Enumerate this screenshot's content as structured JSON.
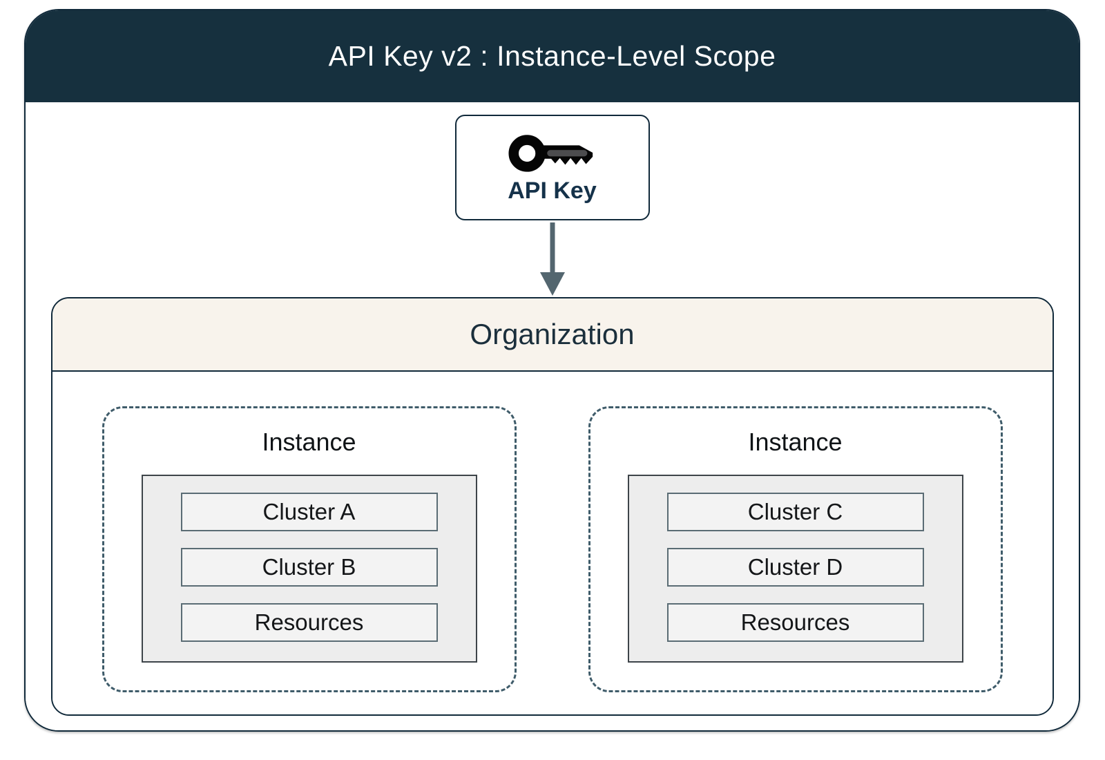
{
  "title": "API Key v2 : Instance-Level Scope",
  "api_key_label": "API Key",
  "organization_label": "Organization",
  "instances": [
    {
      "label": "Instance",
      "items": [
        "Cluster A",
        "Cluster B",
        "Resources"
      ]
    },
    {
      "label": "Instance",
      "items": [
        "Cluster C",
        "Cluster D",
        "Resources"
      ]
    }
  ],
  "icons": {
    "api_key": "key-icon",
    "flow": "arrow-down-icon"
  },
  "colors": {
    "header_bg": "#16303e",
    "border_dark": "#10293a",
    "org_header_bg": "#f8f3ec",
    "dashed_border": "#3f5c6a",
    "arrow": "#53666f",
    "stack_bg": "#ededed",
    "stack_border": "#3d4449",
    "item_bg": "#f3f3f3",
    "item_border": "#5a6c74",
    "title_text": "#ffffff",
    "api_key_text": "#15324a",
    "org_text": "#1b2f3c",
    "item_text": "#141618"
  }
}
